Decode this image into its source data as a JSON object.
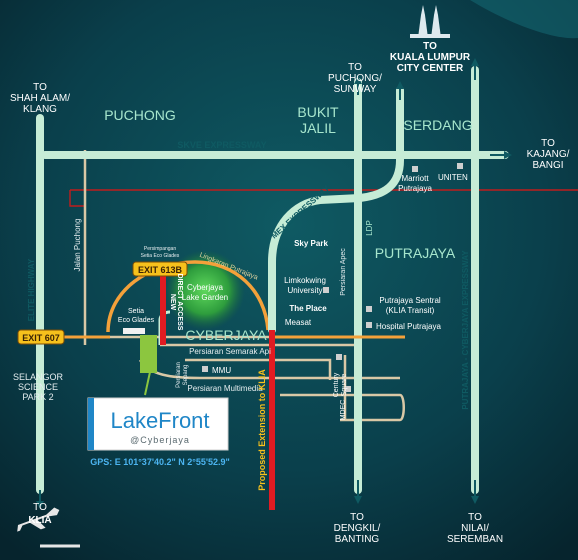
{
  "destinations": {
    "kl": [
      "TO",
      "KUALA LUMPUR",
      "CITY CENTER"
    ],
    "puchong_sunway": [
      "TO",
      "PUCHONG/",
      "SUNWAY"
    ],
    "shah_alam": [
      "TO",
      "SHAH ALAM/",
      "KLANG"
    ],
    "kajang": [
      "TO",
      "KAJANG/",
      "BANGI"
    ],
    "klia": [
      "TO",
      "KLIA"
    ],
    "dengkil": [
      "TO",
      "DENGKIL/",
      "BANTING"
    ],
    "nilai": [
      "TO",
      "NILAI/",
      "SEREMBAN"
    ]
  },
  "areas": {
    "puchong": "PUCHONG",
    "bukit_jalil": [
      "BUKIT",
      "JALIL"
    ],
    "serdang": "SERDANG",
    "cyberjaya": "CYBERJAYA",
    "putrajaya": "PUTRAJAYA",
    "selangor_science_park": [
      "SELANGOR",
      "SCIENCE",
      "PARK 2"
    ]
  },
  "roads": {
    "skve": "SKVE EXPRESSWAY",
    "mex": "MEX EXPRESSWAY",
    "elite": "ELITE HIGHWAY",
    "jalan_puchong": "Jalan Puchong",
    "ldp": "LDP",
    "putrajaya_cyberjaya": "PUTRAJAYA - CYBERJAYA EXPRESSWAY",
    "lingkaran_putrajaya": "Lingkaran Putrajaya",
    "persiaran_semarak_api": "Persiaran Semarak Api",
    "persiaran_multimedia": "Persiaran Multimedia",
    "persiaran_apec": "Persiaran Apec",
    "persiaran_sepang": [
      "Persiaran",
      "Sepang"
    ],
    "direct_access": [
      "NEW",
      "DIRECT ACCESS"
    ],
    "proposed_extension": "Proposed Extension to KLIA"
  },
  "exits": {
    "exit_613b": "EXIT 613B",
    "exit_607": "EXIT 607",
    "persimpangan": [
      "Persimpangan",
      "Setia Eco Glades"
    ]
  },
  "landmarks": {
    "marriott": [
      "Marriott",
      "Putrajaya"
    ],
    "uniten": "UNITEN",
    "sky_park": "Sky Park",
    "limkokwing": [
      "Limkokwing",
      "University"
    ],
    "the_place": "The Place",
    "measat": "Measat",
    "sentral": [
      "Putrajaya Sentral",
      "(KLIA Transit)"
    ],
    "hospital": "Hospital Putrajaya",
    "century_square": [
      "Century",
      "Square"
    ],
    "mdec": "MDEC",
    "mmu": "MMU",
    "setia_eco_glades": [
      "Setia",
      "Eco Glades"
    ],
    "lake_garden": [
      "Cyberjaya",
      "Lake Garden"
    ]
  },
  "brand": {
    "name": "LakeFront",
    "sub": "@Cyberjaya",
    "gps": "GPS: E 101°37'40.2\"  N 2°55'52.9\""
  },
  "colors": {
    "background": "#0b3d48",
    "road": "#c6ecd6",
    "road_text": "#0f5a62",
    "area_text": "#a7e6cd",
    "accent_orange": "#f4a13a",
    "exit_fill": "#f6c11c",
    "red_route": "#e11b22",
    "brand_blue": "#1f86c7",
    "gps_blue": "#4cb4f0",
    "lake_green": "#3fbf4a"
  }
}
